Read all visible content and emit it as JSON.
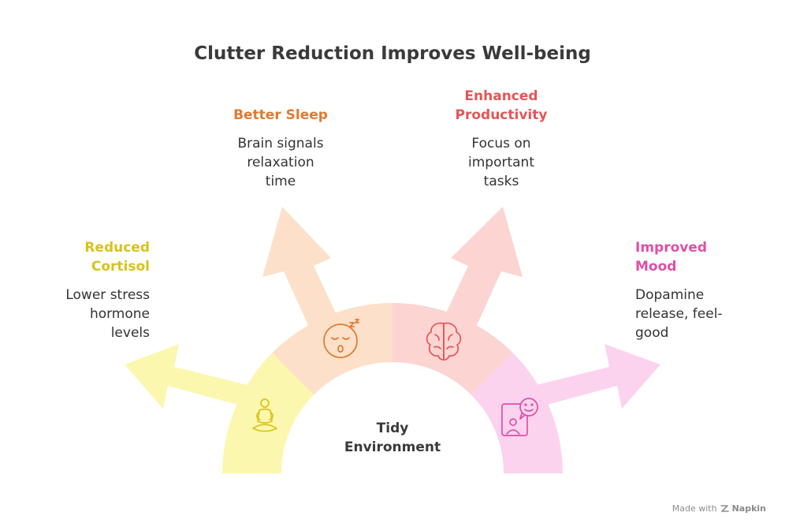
{
  "title": "Clutter Reduction Improves Well-being",
  "center": {
    "line1": "Tidy",
    "line2": "Environment"
  },
  "branches": [
    {
      "label": [
        "Reduced",
        "Cortisol"
      ],
      "desc": [
        "Lower stress",
        "hormone",
        "levels"
      ],
      "icon": "meditation-icon",
      "color": "#fbf7ae",
      "text_color": "#d9c31a"
    },
    {
      "label": [
        "Better Sleep"
      ],
      "desc": [
        "Brain signals",
        "relaxation",
        "time"
      ],
      "icon": "sleeping-face-icon",
      "color": "#fde0c9",
      "text_color": "#e07a2f"
    },
    {
      "label": [
        "Enhanced",
        "Productivity"
      ],
      "desc": [
        "Focus on",
        "important",
        "tasks"
      ],
      "icon": "brain-icon",
      "color": "#fcd4d2",
      "text_color": "#e45555"
    },
    {
      "label": [
        "Improved",
        "Mood"
      ],
      "desc": [
        "Dopamine",
        "release, feel-",
        "good"
      ],
      "icon": "happy-chat-icon",
      "color": "#fcd3ee",
      "text_color": "#dd4fa8"
    }
  ],
  "watermark": {
    "prefix": "Made with",
    "brand": "Napkin"
  }
}
